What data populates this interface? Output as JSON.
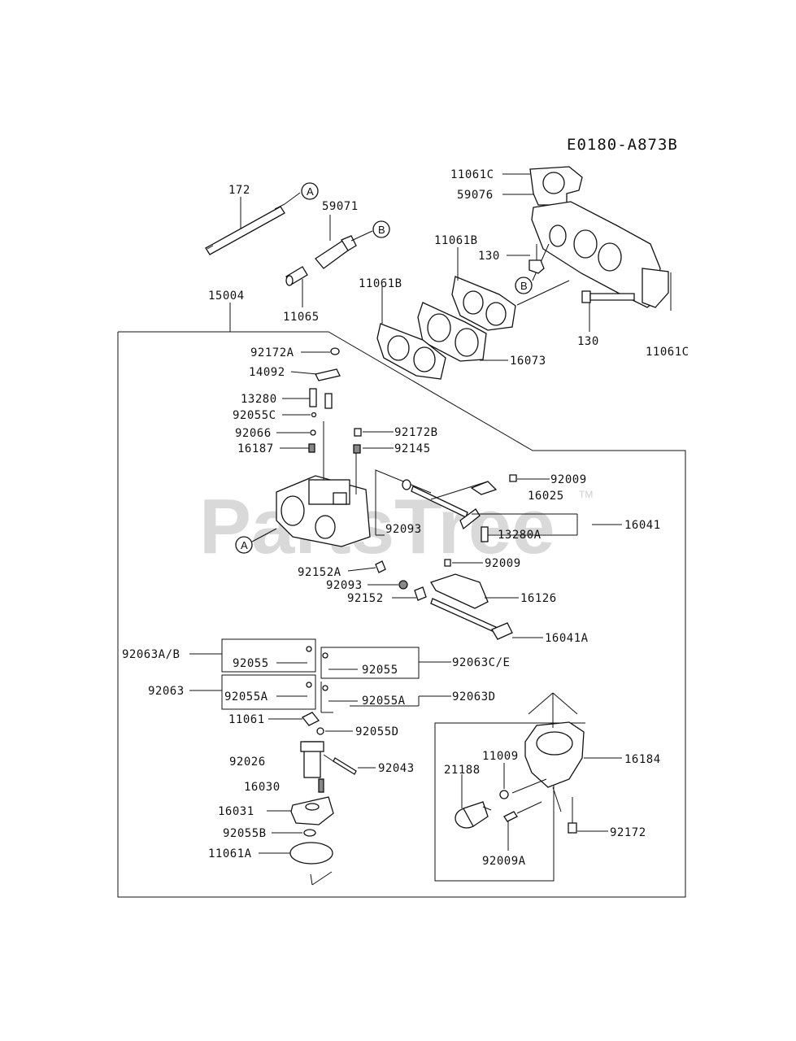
{
  "diagram_code": "E0180-A873B",
  "watermark": {
    "text": "PartsTree",
    "tm": "TM"
  },
  "callouts": {
    "a": "A",
    "b": "B"
  },
  "labels": {
    "p172": "172",
    "p59071": "59071",
    "p11065": "11065",
    "p15004": "15004",
    "p11061C_top": "11061C",
    "p59076": "59076",
    "p11061B_a": "11061B",
    "p130_a": "130",
    "p11061B_b": "11061B",
    "p130_b": "130",
    "p11061C_side": "11061C",
    "p16073": "16073",
    "p92172A": "92172A",
    "p14092": "14092",
    "p13280": "13280",
    "p92055C": "92055C",
    "p92066": "92066",
    "p16187": "16187",
    "p92172B": "92172B",
    "p92145": "92145",
    "p92009_a": "92009",
    "p16025": "16025",
    "p92093_a": "92093",
    "p16041": "16041",
    "p13280A": "13280A",
    "p92152A": "92152A",
    "p92093_b": "92093",
    "p92152": "92152",
    "p92009_b": "92009",
    "p16126": "16126",
    "p16041A": "16041A",
    "p92063AB": "92063A/B",
    "p92055_a": "92055",
    "p92055_b": "92055",
    "p92063CE": "92063C/E",
    "p92063": "92063",
    "p92055A_a": "92055A",
    "p92055A_b": "92055A",
    "p92063D": "92063D",
    "p11061": "11061",
    "p92055D": "92055D",
    "p92026": "92026",
    "p92043": "92043",
    "p16030": "16030",
    "p16031": "16031",
    "p92055B": "92055B",
    "p11061A": "11061A",
    "p11009": "11009",
    "p21188": "21188",
    "p16184": "16184",
    "p92172": "92172",
    "p92009A": "92009A"
  }
}
